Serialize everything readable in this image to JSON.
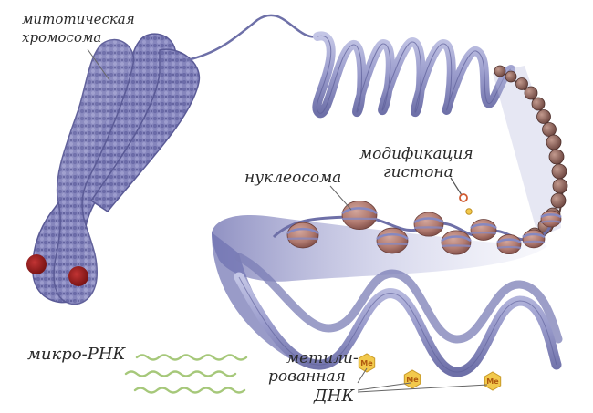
{
  "labels": {
    "chromosome_line1": "митотическая",
    "chromosome_line2": "хромосома",
    "histone_line1": "модификация",
    "histone_line2": "гистона",
    "nucleosome": "нуклеосома",
    "micro_rna": "микро-РНК",
    "dna_line1": "метили-",
    "dna_line2": "рованная",
    "dna_line3": "ДНК",
    "methyl_tag": "Me"
  },
  "colors": {
    "chromatin": "#7c7cb4",
    "chromatin_dark": "#585896",
    "ribbon": "#9a9ccc",
    "ribbon_dark": "#6e70a8",
    "nucleosome": "#b07a70",
    "nucleosome_dark": "#7e4c46",
    "centromere": "#9c1e1e",
    "rna": "#a6c87a",
    "methyl": "#f2c94c"
  }
}
